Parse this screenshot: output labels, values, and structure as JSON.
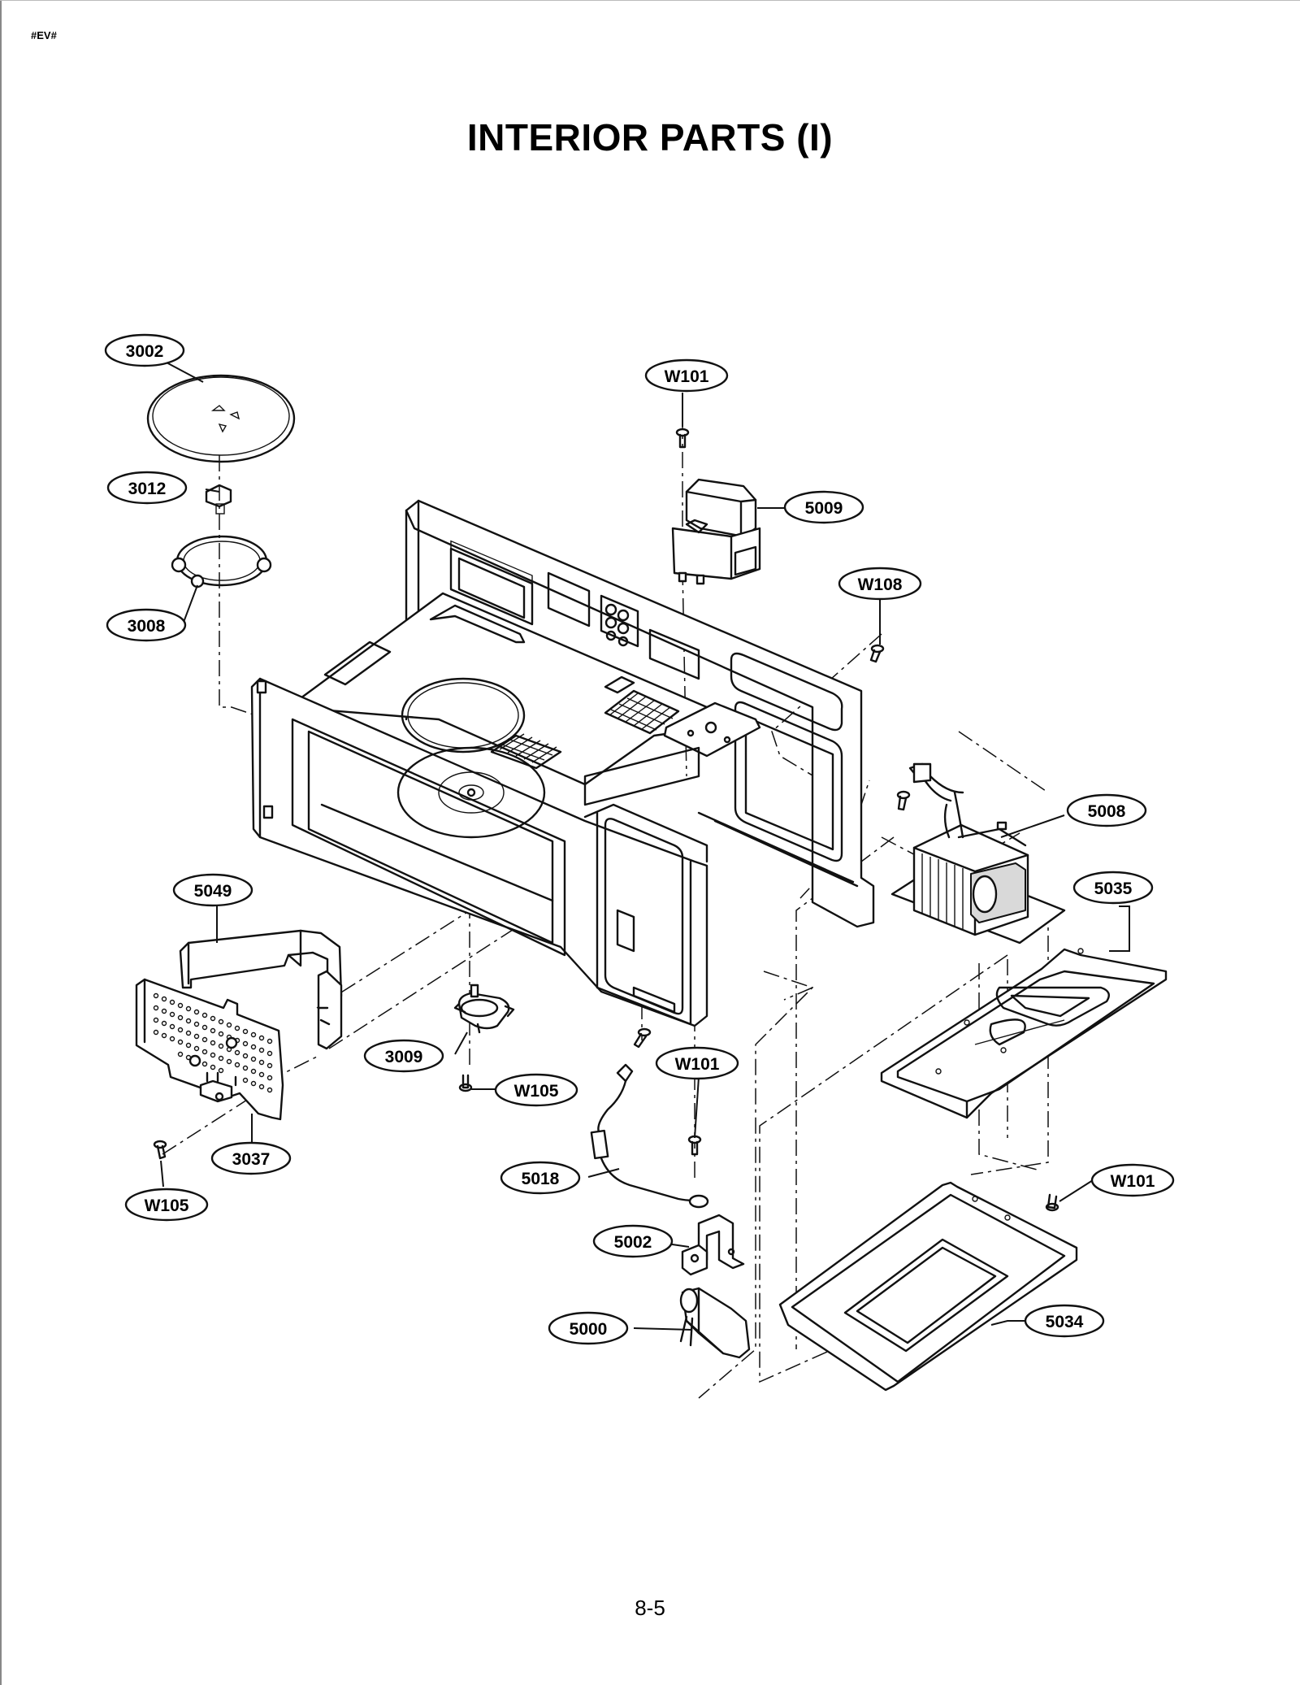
{
  "page": {
    "doc_tag": "#EV#",
    "title": "INTERIOR PARTS (I)",
    "page_number": "8-5"
  },
  "labels": [
    {
      "id": "l3002",
      "text": "3002"
    },
    {
      "id": "l3012",
      "text": "3012"
    },
    {
      "id": "l3008",
      "text": "3008"
    },
    {
      "id": "lW101a",
      "text": "W101"
    },
    {
      "id": "l5009",
      "text": "5009"
    },
    {
      "id": "lW108",
      "text": "W108"
    },
    {
      "id": "l5008",
      "text": "5008"
    },
    {
      "id": "l5035",
      "text": "5035"
    },
    {
      "id": "l5049",
      "text": "5049"
    },
    {
      "id": "l3009",
      "text": "3009"
    },
    {
      "id": "lW105a",
      "text": "W105"
    },
    {
      "id": "lW101b",
      "text": "W101"
    },
    {
      "id": "l5018",
      "text": "5018"
    },
    {
      "id": "l3037",
      "text": "3037"
    },
    {
      "id": "lW105b",
      "text": "W105"
    },
    {
      "id": "l5002",
      "text": "5002"
    },
    {
      "id": "l5000",
      "text": "5000"
    },
    {
      "id": "lW101c",
      "text": "W101"
    },
    {
      "id": "l5034",
      "text": "5034"
    }
  ]
}
